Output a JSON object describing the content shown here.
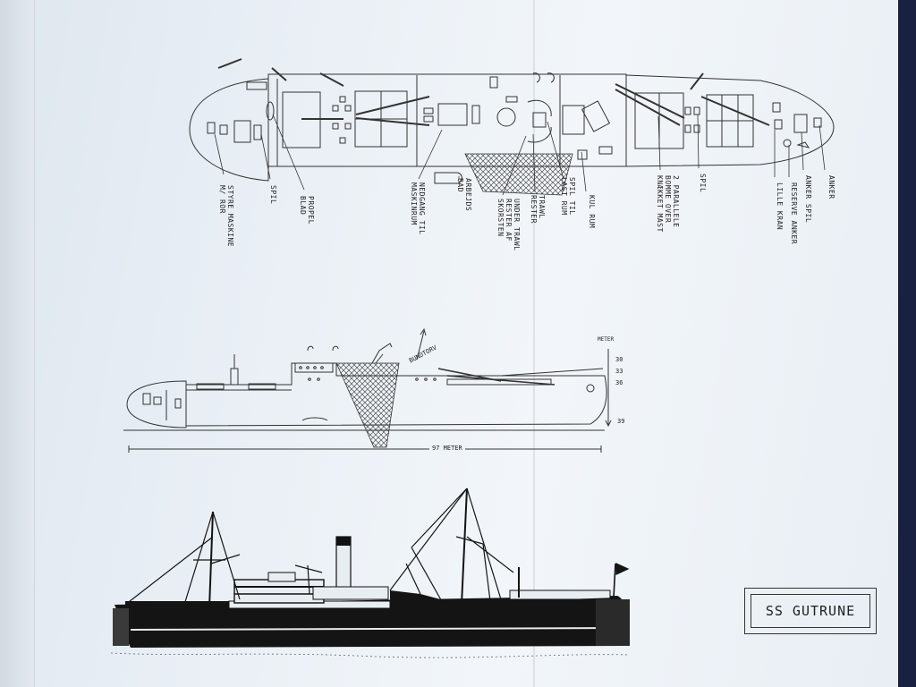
{
  "plan_labels": {
    "styre_maskine": "STYRE MASKINE\nM/ ROR",
    "spil_aft": "SPIL",
    "propel_blad": "PROPEL\nBLAD",
    "nedgang": "NEDGANG TIL\nMASKINRUM",
    "arbejds_bad": "ARBEJDS\nBAD",
    "under_trawl": "UNDER TRAWL\nRESTER AF\nSKORSTEN",
    "trawl_rester": "TRAWL\nRESTER",
    "spil_til_lastrum": "SPIL TIL\nLAST RUM",
    "kul_rum": "KUL RUM",
    "parallelle_bomme": "2 PARALLELE\nBOMME OVER\nKNÆKKET MAST",
    "spil_fore": "SPIL",
    "lille_kran": "LILLE KRAN",
    "reserve_anker": "RESERVE ANKER",
    "anker_spil": "ANKER SPIL",
    "anker": "ANKER"
  },
  "profile": {
    "bundtorv": "BUNDTORV",
    "unit": "METER",
    "depths": [
      "30",
      "33",
      "36",
      "39"
    ],
    "length": "97 METER"
  },
  "name_plate": "SS GUTRUNE",
  "colors": {
    "ink": "#222222",
    "paper": "#eef3f8",
    "backdrop": "#1a2040"
  }
}
